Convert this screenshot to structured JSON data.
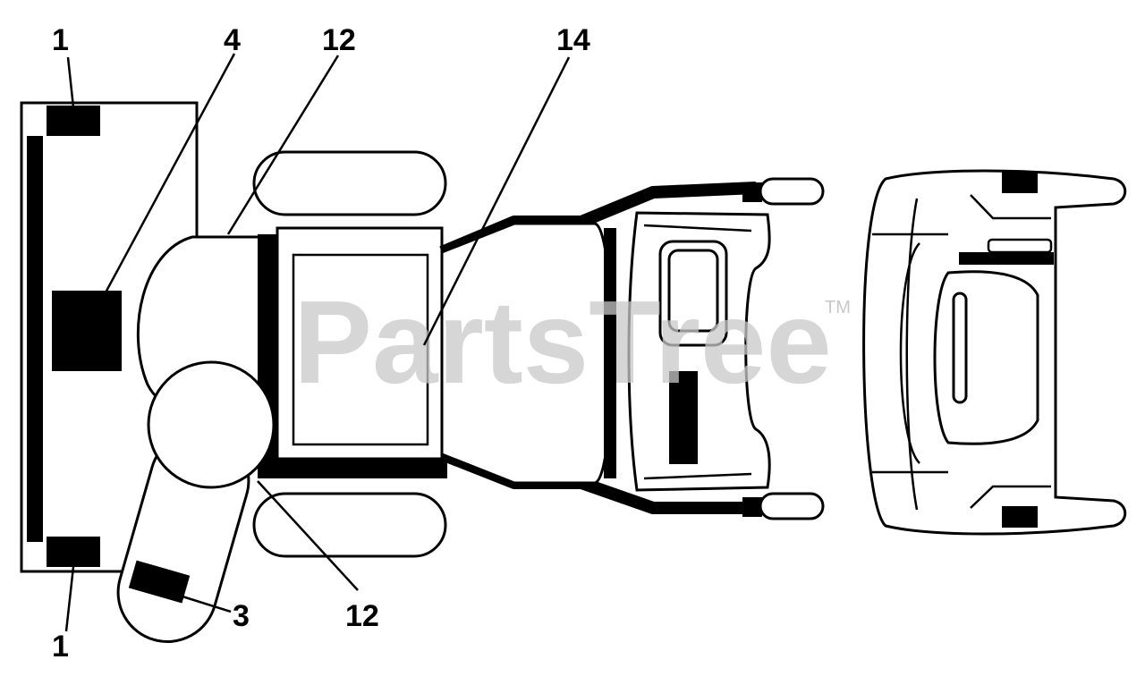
{
  "diagram": {
    "callouts": [
      {
        "id": "c1-top",
        "text": "1"
      },
      {
        "id": "c4",
        "text": "4"
      },
      {
        "id": "c12-top",
        "text": "12"
      },
      {
        "id": "c14",
        "text": "14"
      },
      {
        "id": "c3",
        "text": "3"
      },
      {
        "id": "c12-bottom",
        "text": "12"
      },
      {
        "id": "c1-bottom",
        "text": "1"
      }
    ],
    "watermark": {
      "text": "PartsTree",
      "trademark": "TM",
      "color": "#c8c8c8"
    },
    "colors": {
      "line": "#000000",
      "background": "#ffffff"
    }
  }
}
